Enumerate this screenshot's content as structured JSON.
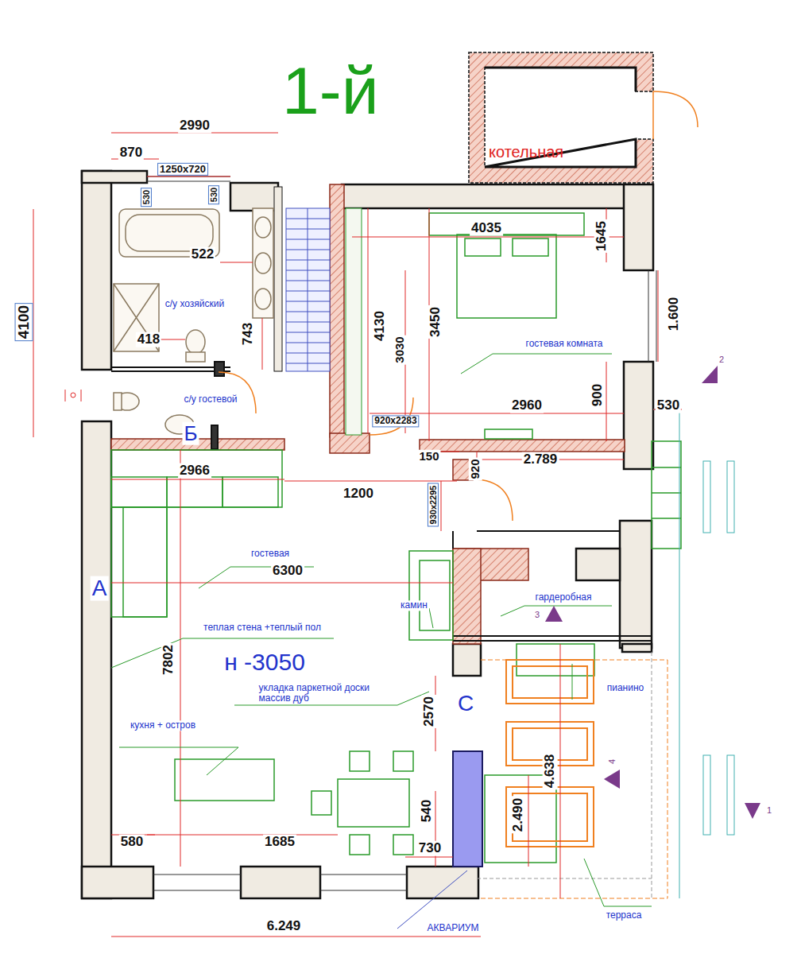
{
  "diagram": {
    "title": "1-й",
    "nodes": [
      {
        "text": [
          "котельная"
        ]
      }
    ],
    "labels": [
      "2990",
      "870",
      "1250x720",
      "530",
      "530",
      "4100",
      "522",
      "4035",
      "1645",
      "3450",
      "1.600",
      "с/у хозяйский",
      "418",
      "743",
      "4130",
      "3030",
      "гостевая комната",
      "2",
      "с/у гостевой",
      "Б",
      "920x2283",
      "2960",
      "900",
      "530",
      "2966",
      "150",
      "920",
      "2.789",
      "1200",
      "930x2295",
      "гостевая",
      "6300",
      "А",
      "камин",
      "гардеробная",
      "3",
      "теплая стена +теплый пол",
      "н -3050",
      "7802",
      "укладка паркетной доски массив дуб",
      "С",
      "2570",
      "кухня + остров",
      "пианино",
      "4.638",
      "4",
      "1",
      "540",
      "2.490",
      "580",
      "1685",
      "730",
      "6.249",
      "АКВАРИУМ",
      "терраса"
    ]
  }
}
